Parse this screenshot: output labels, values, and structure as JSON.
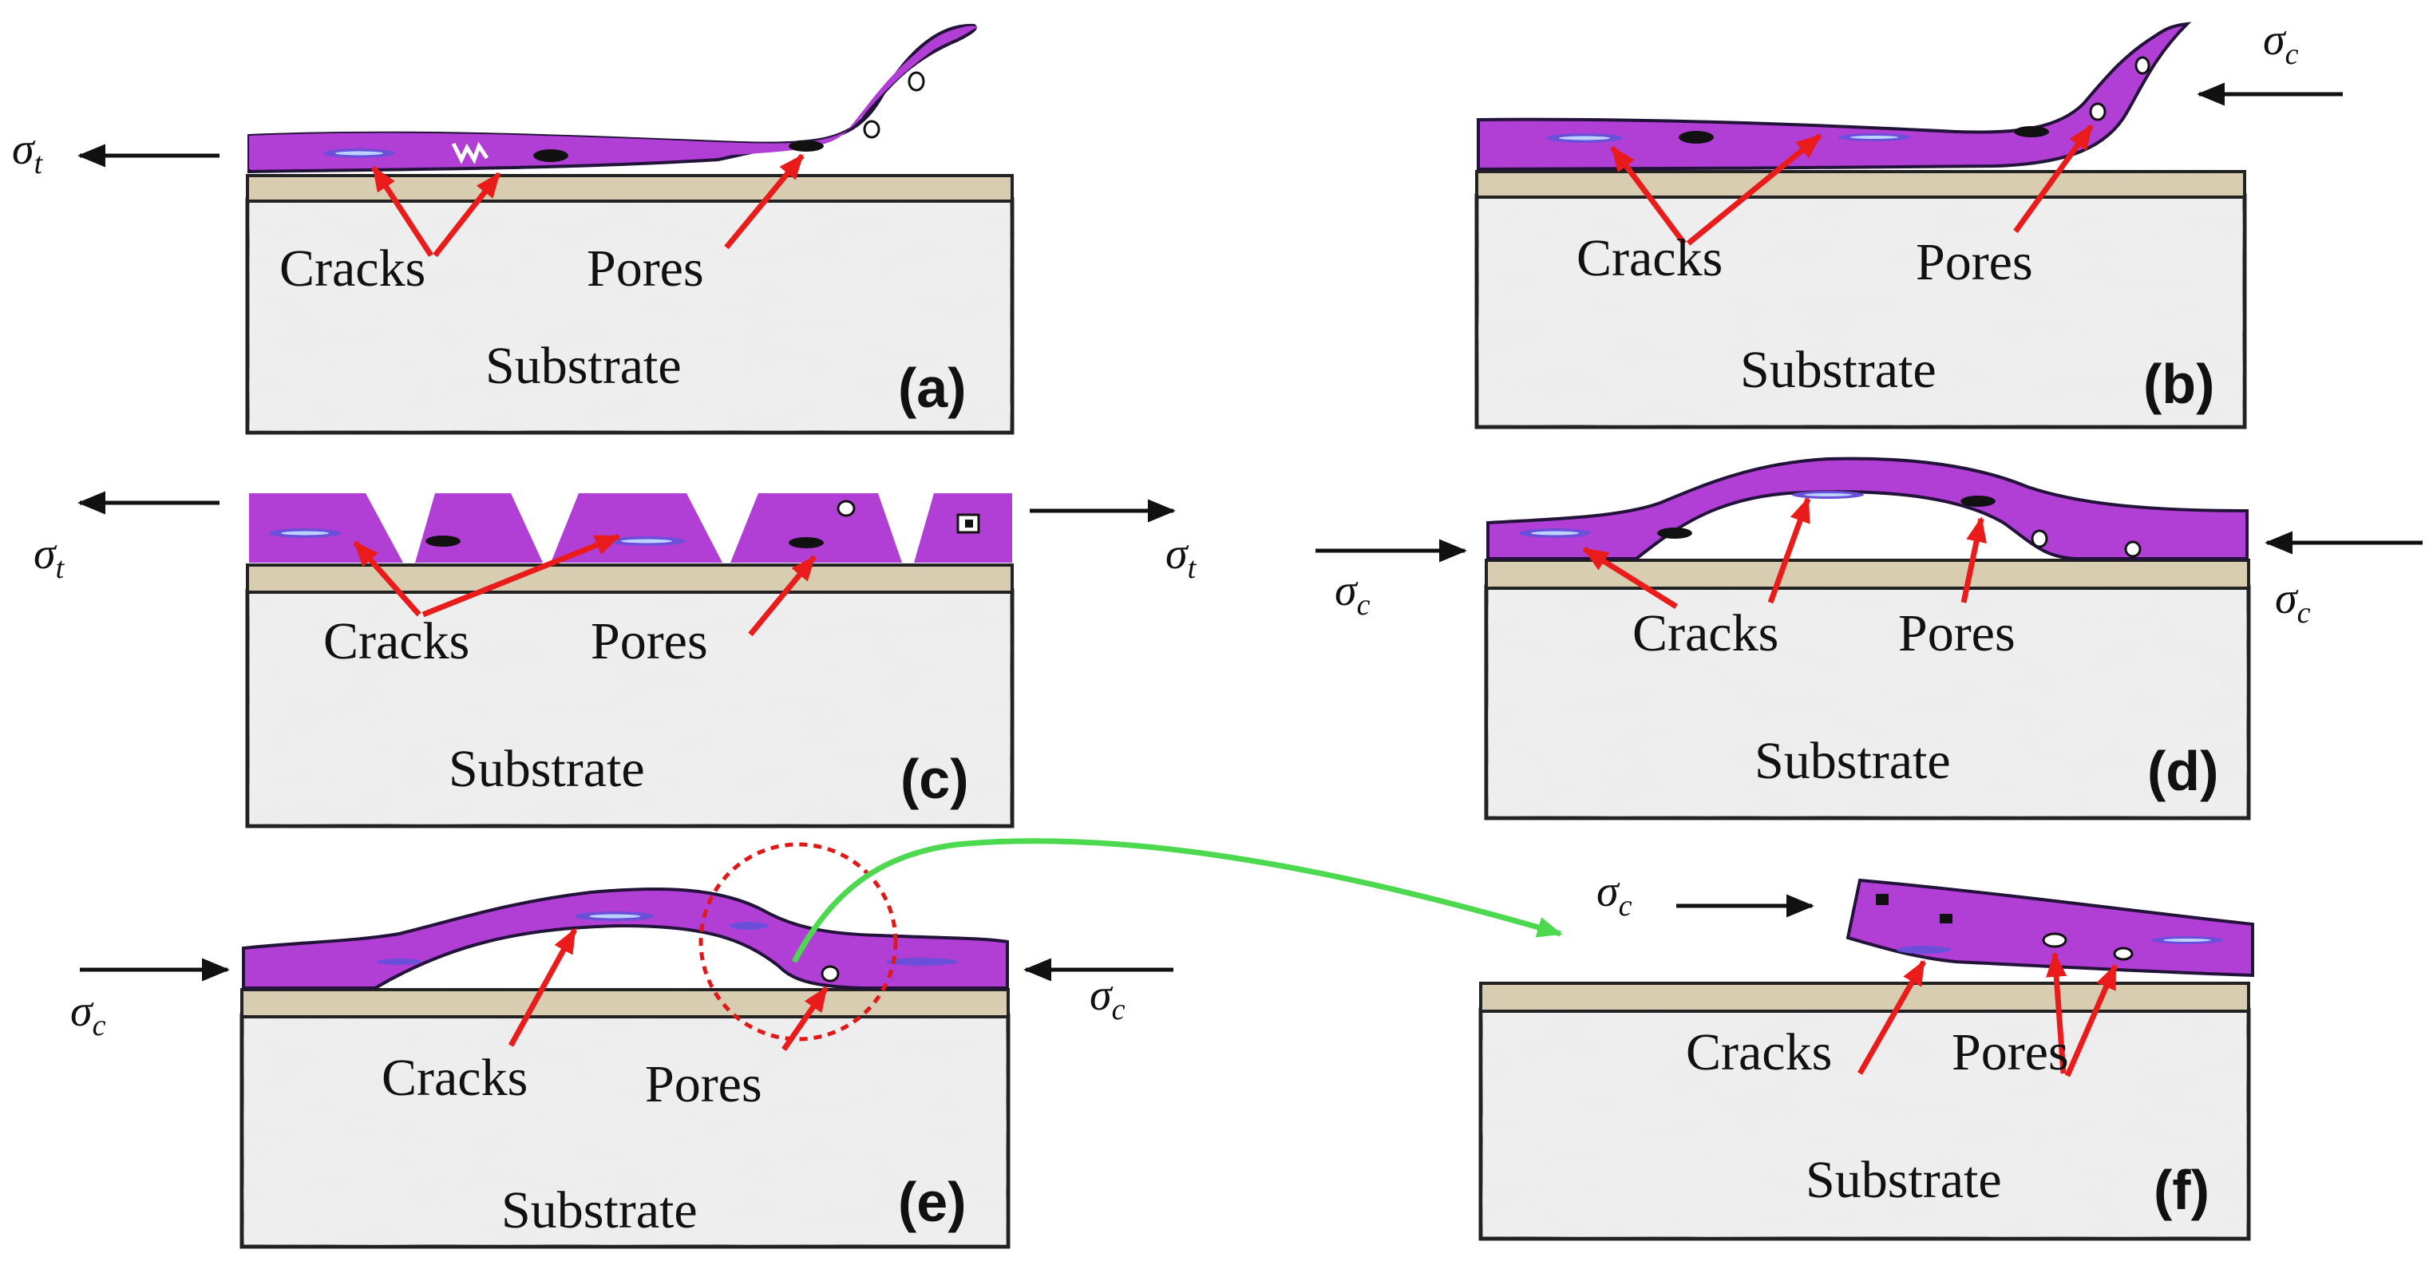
{
  "colors": {
    "coating": "#b13fd6",
    "coating_edge": "#23123a",
    "interlayer": "#d9cdb1",
    "arrow_red": "#ea1b1b",
    "arrow_green": "#4cd94f",
    "circle_red": "#e11818"
  },
  "labels": {
    "cracks": "Cracks",
    "pores": "Pores",
    "substrate": "Substrate"
  },
  "stress": {
    "tensile": {
      "symbol": "σ",
      "sub": "t"
    },
    "compressive": {
      "symbol": "σ",
      "sub": "c"
    }
  },
  "panels": [
    {
      "id": "a",
      "tag": "(a)"
    },
    {
      "id": "b",
      "tag": "(b)"
    },
    {
      "id": "c",
      "tag": "(c)"
    },
    {
      "id": "d",
      "tag": "(d)"
    },
    {
      "id": "e",
      "tag": "(e)"
    },
    {
      "id": "f",
      "tag": "(f)"
    }
  ]
}
